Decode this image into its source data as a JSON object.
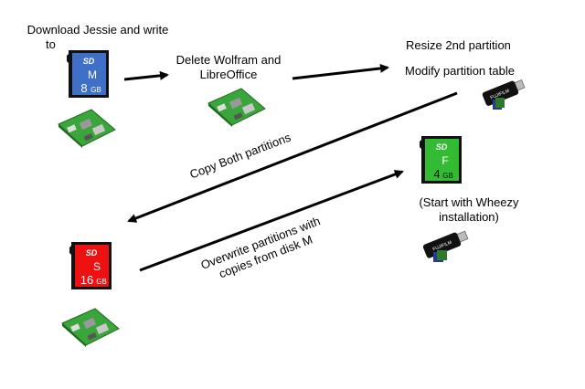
{
  "labels": {
    "download_line1": "Download Jessie and write",
    "download_line2": "to",
    "delete_line1": "Delete Wolfram and",
    "delete_line2": "LibreOffice",
    "resize": "Resize 2nd partition",
    "modify": "Modify partition table",
    "copy": "Copy Both partitions",
    "overwrite_line1": "Overwrite partitions with",
    "overwrite_line2": "copies from disk M",
    "wheezy_line1": "(Start with Wheezy",
    "wheezy_line2": "installation)"
  },
  "cards": {
    "m": {
      "logo": "SD",
      "letter": "M",
      "size": "8",
      "unit": "GB",
      "color": "#3f6fc6"
    },
    "f": {
      "logo": "SD",
      "letter": "F",
      "size": "4",
      "unit": "GB",
      "color": "#33bb33"
    },
    "s": {
      "logo": "SD",
      "letter": "S",
      "size": "16",
      "unit": "GB",
      "color": "#ee1111"
    }
  },
  "reader_brand": "FUJIFILM",
  "icons": {
    "card": "sd-card-icon",
    "pi": "raspberry-pi-board-icon",
    "reader": "usb-card-reader-icon"
  },
  "colors": {
    "arrow": "#000000",
    "board": "#3aa53a"
  }
}
